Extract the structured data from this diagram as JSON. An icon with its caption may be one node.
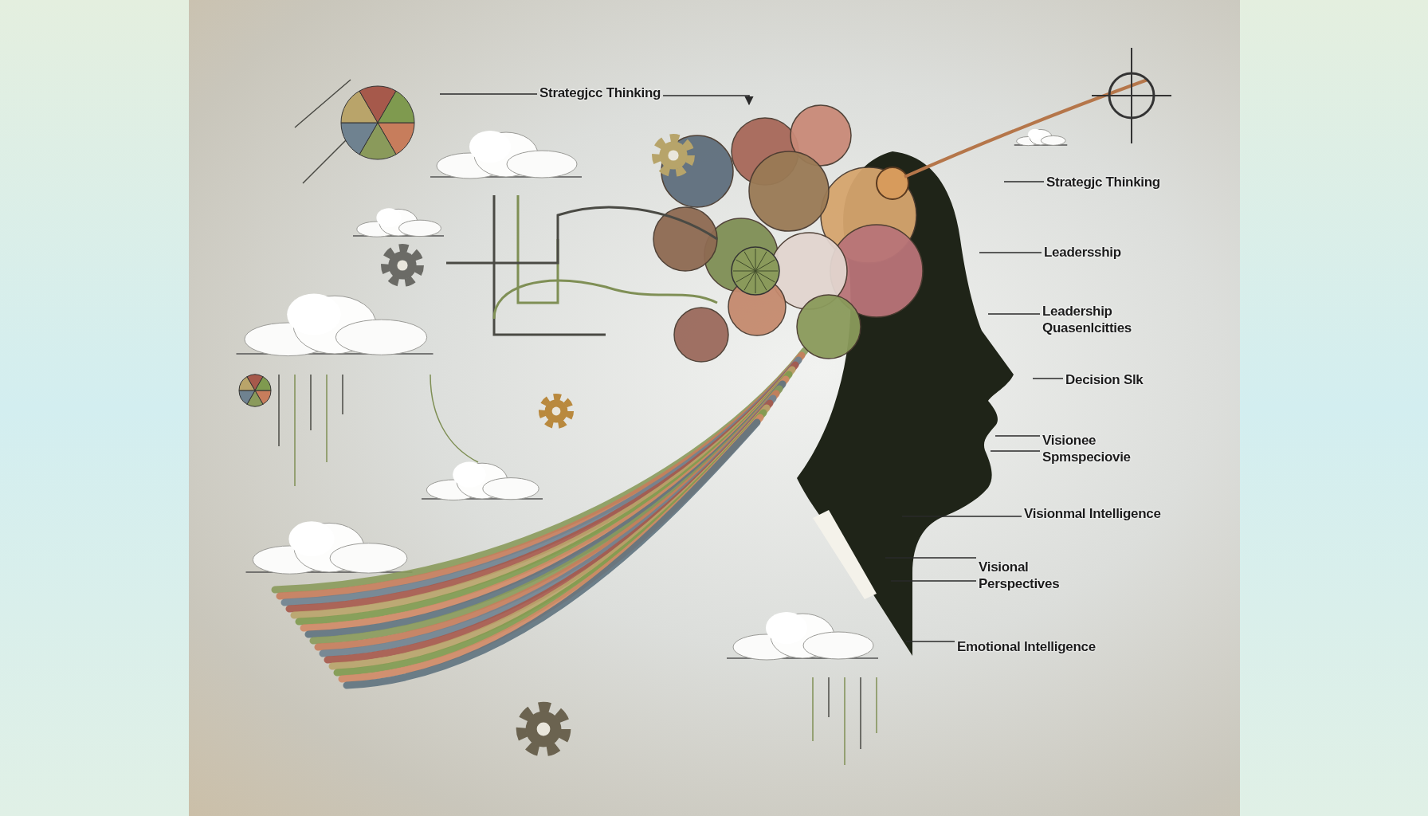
{
  "diagram": {
    "nodes": [
      {
        "text": [
          "Strategjcc Thinking"
        ]
      },
      {
        "text": [
          "Strategjc Thinking"
        ]
      },
      {
        "text": [
          "Leadersship"
        ]
      },
      {
        "text": [
          "Leadership Quasenlcitties"
        ]
      },
      {
        "text": [
          "Decision Slk"
        ]
      },
      {
        "text": [
          "Visionee Spmspeciovie"
        ]
      },
      {
        "text": [
          "Visionmal Intelligence"
        ]
      },
      {
        "text": [
          "Visional Perspectives"
        ]
      },
      {
        "text": [
          "Emotional Intelligence"
        ]
      },
      {
        "text": [],
        "shape": "picture"
      }
    ],
    "edges": [
      {
        "from": 0,
        "to": null,
        "arrow": "none"
      },
      {
        "from": 0,
        "to": 9,
        "arrow": "to"
      },
      {
        "from": 1,
        "to": null,
        "arrow": "none"
      },
      {
        "from": 2,
        "to": null,
        "arrow": "none"
      },
      {
        "from": 3,
        "to": null,
        "arrow": "none"
      },
      {
        "from": 4,
        "to": null,
        "arrow": "none"
      },
      {
        "from": 5,
        "to": null,
        "arrow": "none"
      },
      {
        "from": 5,
        "to": null,
        "arrow": "none"
      },
      {
        "from": 6,
        "to": null,
        "arrow": "none"
      },
      {
        "from": 7,
        "to": null,
        "arrow": "none"
      },
      {
        "from": 7,
        "to": null,
        "arrow": "none"
      },
      {
        "from": 8,
        "to": null,
        "arrow": "none"
      }
    ]
  }
}
